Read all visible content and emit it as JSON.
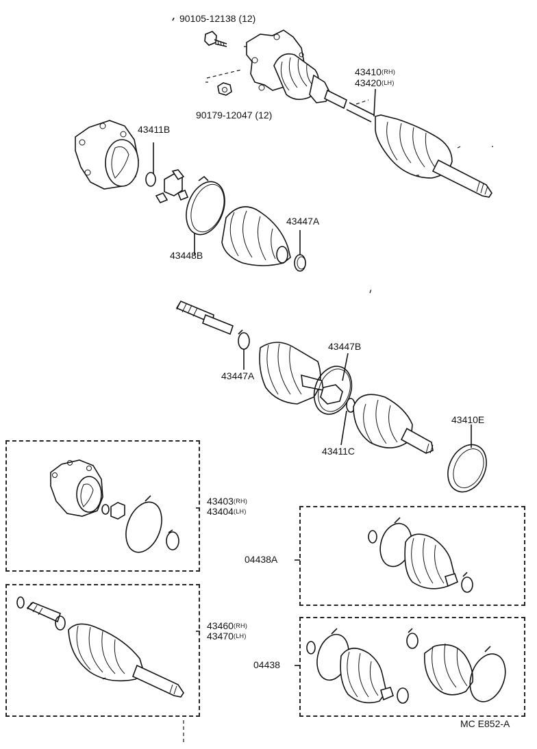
{
  "labels": {
    "bolt": "90105-12138 (12)",
    "nut": "90179-12047 (12)",
    "shaft_assy_rh_num": "43410",
    "shaft_assy_rh_side": "(RH)",
    "shaft_assy_lh_num": "43420",
    "shaft_assy_lh_side": "(LH)",
    "inboard_tulip_snap": "43411B",
    "inboard_boot_clamp_large": "43448B",
    "inboard_boot_clamp_small": "43447A",
    "outboard_clamp_a": "43447A",
    "outboard_clamp_b": "43447B",
    "outboard_snap": "43411C",
    "outboard_boot_band": "43410E",
    "joint_kit_rh_num": "43403",
    "joint_kit_rh_side": "(RH)",
    "joint_kit_lh_num": "43404",
    "joint_kit_lh_side": "(LH)",
    "outboard_joint_rh_num": "43460",
    "outboard_joint_rh_side": "(RH)",
    "outboard_joint_lh_num": "43470",
    "outboard_joint_lh_side": "(LH)",
    "boot_kit_a": "04438A",
    "boot_kit": "04438",
    "diagram_code": "MC  E852-A"
  }
}
